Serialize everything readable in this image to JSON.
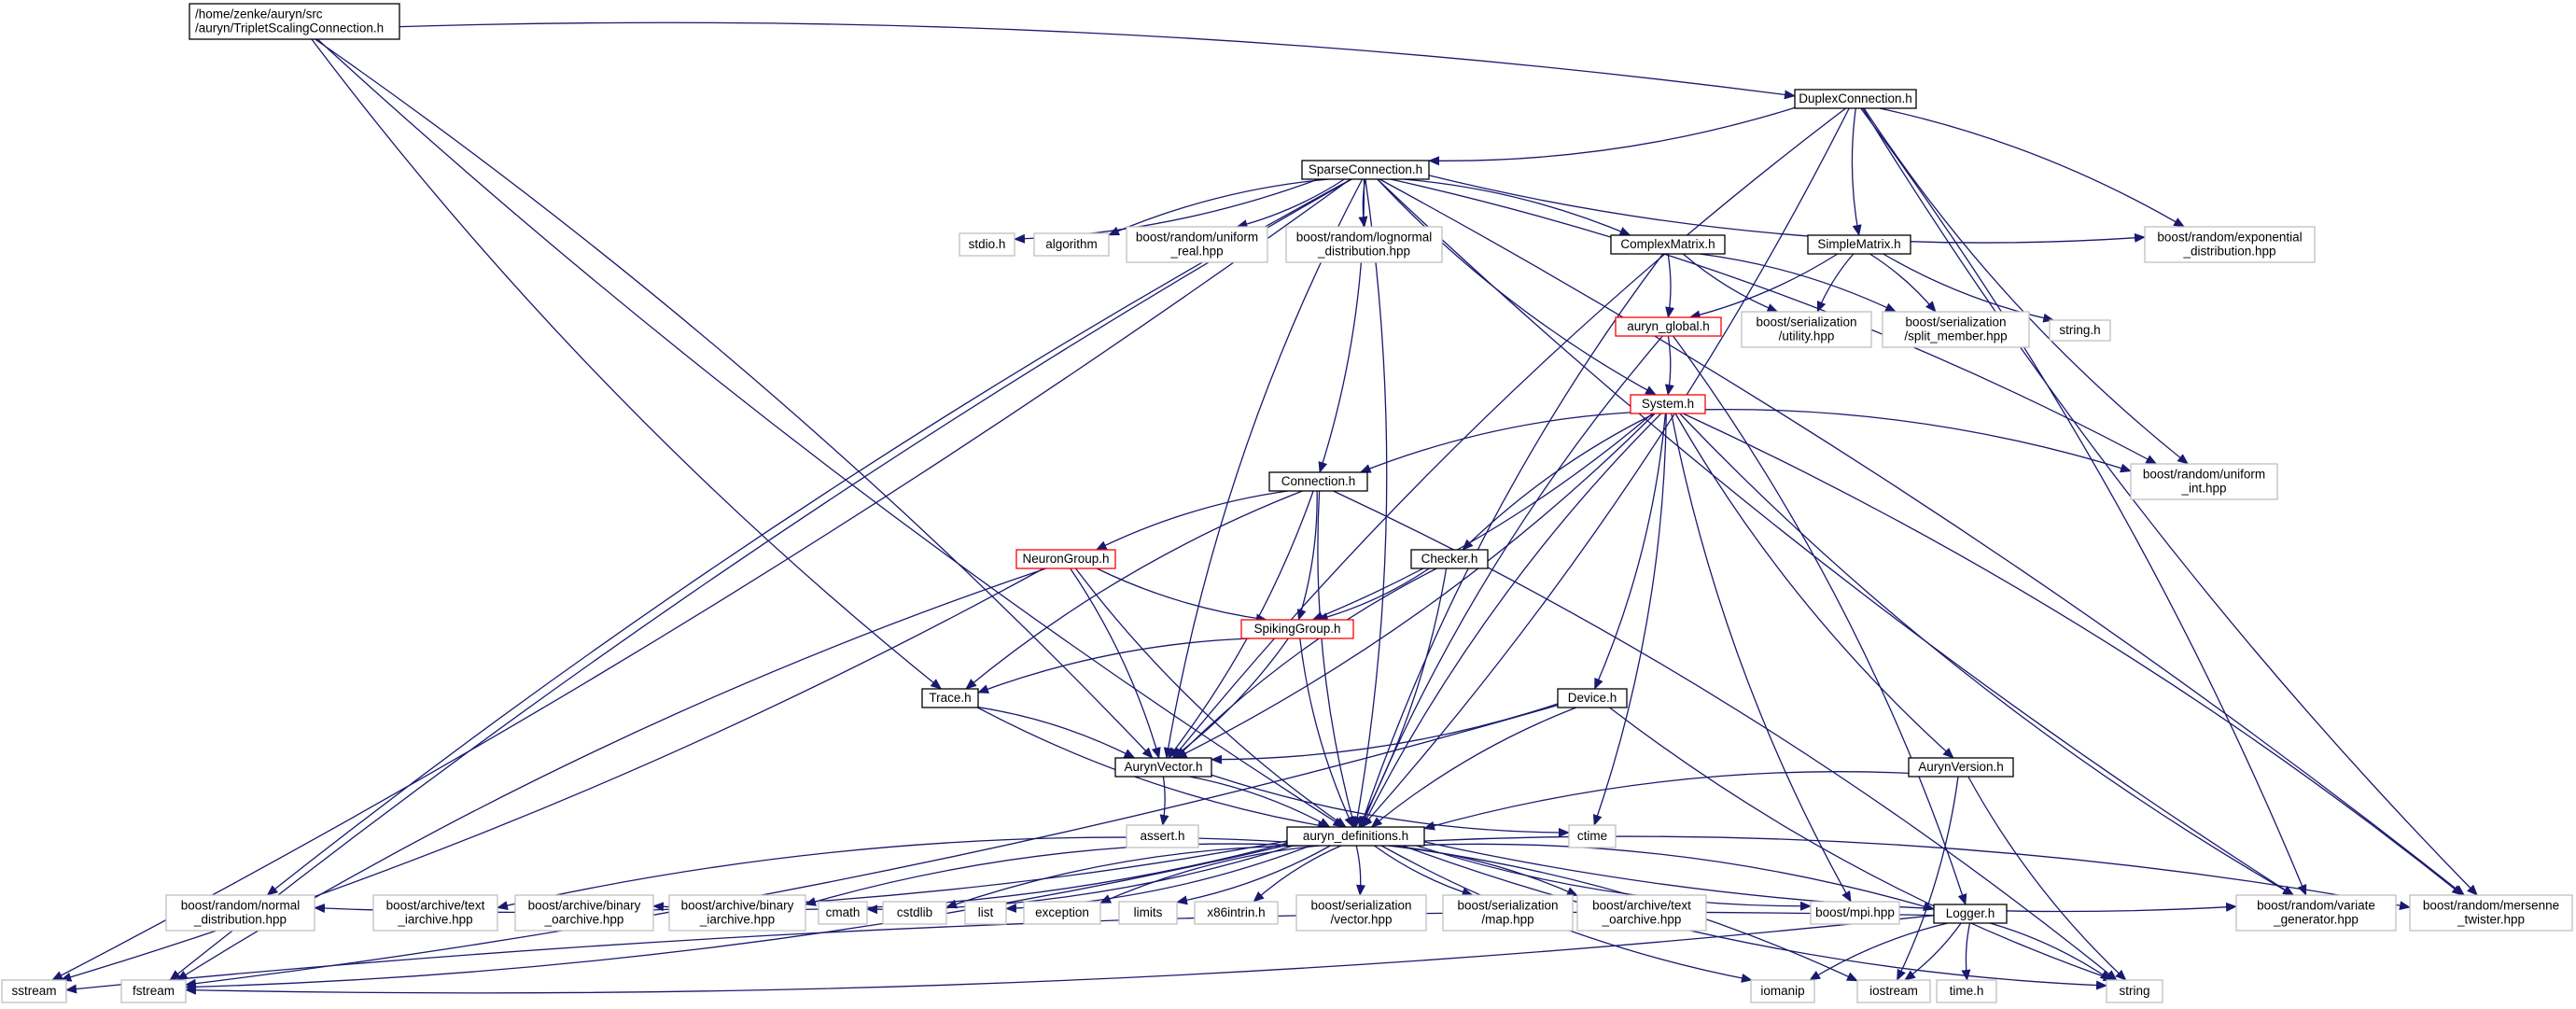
{
  "colors": {
    "edge": "#191970",
    "border_documented": "#000000",
    "border_undocumented": "#bfbfbf",
    "border_truncated": "#ff0000",
    "root_fill": "#bfbfbf"
  },
  "nodes": [
    {
      "id": "root",
      "lines": [
        "/home/zenke/auryn/src",
        "/auryn/TripletScalingConnection.h"
      ],
      "kind": "root"
    },
    {
      "id": "duplex",
      "lines": [
        "DuplexConnection.h"
      ],
      "kind": "documented"
    },
    {
      "id": "sparse",
      "lines": [
        "SparseConnection.h"
      ],
      "kind": "documented"
    },
    {
      "id": "stdio",
      "lines": [
        "stdio.h"
      ],
      "kind": "system"
    },
    {
      "id": "algorithm",
      "lines": [
        "algorithm"
      ],
      "kind": "system"
    },
    {
      "id": "uniform_real",
      "lines": [
        "boost/random/uniform",
        "_real.hpp"
      ],
      "kind": "system"
    },
    {
      "id": "lognormal",
      "lines": [
        "boost/random/lognormal",
        "_distribution.hpp"
      ],
      "kind": "system"
    },
    {
      "id": "complexmatrix",
      "lines": [
        "ComplexMatrix.h"
      ],
      "kind": "documented"
    },
    {
      "id": "simplematrix",
      "lines": [
        "SimpleMatrix.h"
      ],
      "kind": "documented"
    },
    {
      "id": "exponential",
      "lines": [
        "boost/random/exponential",
        "_distribution.hpp"
      ],
      "kind": "system"
    },
    {
      "id": "auryn_global",
      "lines": [
        "auryn_global.h"
      ],
      "kind": "truncated"
    },
    {
      "id": "ser_utility",
      "lines": [
        "boost/serialization",
        "/utility.hpp"
      ],
      "kind": "system"
    },
    {
      "id": "split_member",
      "lines": [
        "boost/serialization",
        "/split_member.hpp"
      ],
      "kind": "system"
    },
    {
      "id": "string_h",
      "lines": [
        "string.h"
      ],
      "kind": "system"
    },
    {
      "id": "system",
      "lines": [
        "System.h"
      ],
      "kind": "truncated"
    },
    {
      "id": "uniform_int",
      "lines": [
        "boost/random/uniform",
        "_int.hpp"
      ],
      "kind": "system"
    },
    {
      "id": "connection",
      "lines": [
        "Connection.h"
      ],
      "kind": "documented"
    },
    {
      "id": "neurongroup",
      "lines": [
        "NeuronGroup.h"
      ],
      "kind": "truncated"
    },
    {
      "id": "checker",
      "lines": [
        "Checker.h"
      ],
      "kind": "documented"
    },
    {
      "id": "spikinggroup",
      "lines": [
        "SpikingGroup.h"
      ],
      "kind": "truncated"
    },
    {
      "id": "trace",
      "lines": [
        "Trace.h"
      ],
      "kind": "documented"
    },
    {
      "id": "device",
      "lines": [
        "Device.h"
      ],
      "kind": "documented"
    },
    {
      "id": "aurynvector",
      "lines": [
        "AurynVector.h"
      ],
      "kind": "documented"
    },
    {
      "id": "aurynversion",
      "lines": [
        "AurynVersion.h"
      ],
      "kind": "documented"
    },
    {
      "id": "assert",
      "lines": [
        "assert.h"
      ],
      "kind": "system"
    },
    {
      "id": "ctime",
      "lines": [
        "ctime"
      ],
      "kind": "system"
    },
    {
      "id": "defs",
      "lines": [
        "auryn_definitions.h"
      ],
      "kind": "documented"
    },
    {
      "id": "normal",
      "lines": [
        "boost/random/normal",
        "_distribution.hpp"
      ],
      "kind": "system"
    },
    {
      "id": "text_iarchive",
      "lines": [
        "boost/archive/text",
        "_iarchive.hpp"
      ],
      "kind": "system"
    },
    {
      "id": "binary_oarchive",
      "lines": [
        "boost/archive/binary",
        "_oarchive.hpp"
      ],
      "kind": "system"
    },
    {
      "id": "binary_iarchive",
      "lines": [
        "boost/archive/binary",
        "_iarchive.hpp"
      ],
      "kind": "system"
    },
    {
      "id": "cmath",
      "lines": [
        "cmath"
      ],
      "kind": "system"
    },
    {
      "id": "cstdlib",
      "lines": [
        "cstdlib"
      ],
      "kind": "system"
    },
    {
      "id": "list",
      "lines": [
        "list"
      ],
      "kind": "system"
    },
    {
      "id": "exception",
      "lines": [
        "exception"
      ],
      "kind": "system"
    },
    {
      "id": "limits",
      "lines": [
        "limits"
      ],
      "kind": "system"
    },
    {
      "id": "x86intrin",
      "lines": [
        "x86intrin.h"
      ],
      "kind": "system"
    },
    {
      "id": "ser_vector",
      "lines": [
        "boost/serialization",
        "/vector.hpp"
      ],
      "kind": "system"
    },
    {
      "id": "ser_map",
      "lines": [
        "boost/serialization",
        "/map.hpp"
      ],
      "kind": "system"
    },
    {
      "id": "text_oarchive",
      "lines": [
        "boost/archive/text",
        "_oarchive.hpp"
      ],
      "kind": "system"
    },
    {
      "id": "mpi",
      "lines": [
        "boost/mpi.hpp"
      ],
      "kind": "system"
    },
    {
      "id": "logger",
      "lines": [
        "Logger.h"
      ],
      "kind": "documented"
    },
    {
      "id": "variate",
      "lines": [
        "boost/random/variate",
        "_generator.hpp"
      ],
      "kind": "system"
    },
    {
      "id": "mersenne",
      "lines": [
        "boost/random/mersenne",
        "_twister.hpp"
      ],
      "kind": "system"
    },
    {
      "id": "sstream",
      "lines": [
        "sstream"
      ],
      "kind": "system"
    },
    {
      "id": "fstream",
      "lines": [
        "fstream"
      ],
      "kind": "system"
    },
    {
      "id": "iomanip",
      "lines": [
        "iomanip"
      ],
      "kind": "system"
    },
    {
      "id": "iostream",
      "lines": [
        "iostream"
      ],
      "kind": "system"
    },
    {
      "id": "time",
      "lines": [
        "time.h"
      ],
      "kind": "system"
    },
    {
      "id": "string",
      "lines": [
        "string"
      ],
      "kind": "system"
    }
  ],
  "edges": [
    [
      "root",
      "duplex"
    ],
    [
      "root",
      "defs"
    ],
    [
      "root",
      "aurynvector"
    ],
    [
      "root",
      "trace"
    ],
    [
      "duplex",
      "sparse"
    ],
    [
      "duplex",
      "simplematrix"
    ],
    [
      "duplex",
      "exponential"
    ],
    [
      "duplex",
      "uniform_int"
    ],
    [
      "duplex",
      "variate"
    ],
    [
      "duplex",
      "mersenne"
    ],
    [
      "duplex",
      "defs"
    ],
    [
      "duplex",
      "aurynvector"
    ],
    [
      "sparse",
      "stdio"
    ],
    [
      "sparse",
      "algorithm"
    ],
    [
      "sparse",
      "uniform_real"
    ],
    [
      "sparse",
      "lognormal"
    ],
    [
      "sparse",
      "complexmatrix"
    ],
    [
      "sparse",
      "system"
    ],
    [
      "sparse",
      "connection"
    ],
    [
      "sparse",
      "aurynvector"
    ],
    [
      "sparse",
      "defs"
    ],
    [
      "sparse",
      "exponential"
    ],
    [
      "sparse",
      "uniform_int"
    ],
    [
      "sparse",
      "variate"
    ],
    [
      "sparse",
      "mersenne"
    ],
    [
      "sparse",
      "normal"
    ],
    [
      "sparse",
      "sstream"
    ],
    [
      "sparse",
      "fstream"
    ],
    [
      "complexmatrix",
      "auryn_global"
    ],
    [
      "complexmatrix",
      "ser_utility"
    ],
    [
      "complexmatrix",
      "split_member"
    ],
    [
      "complexmatrix",
      "defs"
    ],
    [
      "simplematrix",
      "auryn_global"
    ],
    [
      "simplematrix",
      "ser_utility"
    ],
    [
      "simplematrix",
      "split_member"
    ],
    [
      "simplematrix",
      "string_h"
    ],
    [
      "auryn_global",
      "system"
    ],
    [
      "auryn_global",
      "defs"
    ],
    [
      "auryn_global",
      "logger"
    ],
    [
      "system",
      "connection"
    ],
    [
      "system",
      "spikinggroup"
    ],
    [
      "system",
      "checker"
    ],
    [
      "system",
      "device"
    ],
    [
      "system",
      "aurynversion"
    ],
    [
      "system",
      "aurynvector"
    ],
    [
      "system",
      "defs"
    ],
    [
      "system",
      "uniform_int"
    ],
    [
      "system",
      "mpi"
    ],
    [
      "system",
      "ctime"
    ],
    [
      "system",
      "variate"
    ],
    [
      "system",
      "mersenne"
    ],
    [
      "connection",
      "neurongroup"
    ],
    [
      "connection",
      "spikinggroup"
    ],
    [
      "connection",
      "trace"
    ],
    [
      "connection",
      "aurynvector"
    ],
    [
      "connection",
      "defs"
    ],
    [
      "connection",
      "string"
    ],
    [
      "neurongroup",
      "spikinggroup"
    ],
    [
      "neurongroup",
      "aurynvector"
    ],
    [
      "neurongroup",
      "defs"
    ],
    [
      "neurongroup",
      "sstream"
    ],
    [
      "neurongroup",
      "fstream"
    ],
    [
      "checker",
      "spikinggroup"
    ],
    [
      "checker",
      "aurynvector"
    ],
    [
      "checker",
      "defs"
    ],
    [
      "spikinggroup",
      "trace"
    ],
    [
      "spikinggroup",
      "aurynvector"
    ],
    [
      "spikinggroup",
      "defs"
    ],
    [
      "trace",
      "aurynvector"
    ],
    [
      "trace",
      "defs"
    ],
    [
      "device",
      "aurynvector"
    ],
    [
      "device",
      "defs"
    ],
    [
      "device",
      "fstream"
    ],
    [
      "device",
      "string"
    ],
    [
      "aurynvector",
      "assert"
    ],
    [
      "aurynvector",
      "ctime"
    ],
    [
      "aurynvector",
      "defs"
    ],
    [
      "aurynversion",
      "defs"
    ],
    [
      "aurynversion",
      "iostream"
    ],
    [
      "aurynversion",
      "string"
    ],
    [
      "defs",
      "normal"
    ],
    [
      "defs",
      "text_iarchive"
    ],
    [
      "defs",
      "binary_oarchive"
    ],
    [
      "defs",
      "binary_iarchive"
    ],
    [
      "defs",
      "cmath"
    ],
    [
      "defs",
      "cstdlib"
    ],
    [
      "defs",
      "list"
    ],
    [
      "defs",
      "exception"
    ],
    [
      "defs",
      "limits"
    ],
    [
      "defs",
      "x86intrin"
    ],
    [
      "defs",
      "ser_vector"
    ],
    [
      "defs",
      "ser_map"
    ],
    [
      "defs",
      "text_oarchive"
    ],
    [
      "defs",
      "mpi"
    ],
    [
      "defs",
      "logger"
    ],
    [
      "defs",
      "variate"
    ],
    [
      "defs",
      "mersenne"
    ],
    [
      "defs",
      "iomanip"
    ],
    [
      "defs",
      "iostream"
    ],
    [
      "defs",
      "string"
    ],
    [
      "defs",
      "fstream"
    ],
    [
      "logger",
      "sstream"
    ],
    [
      "logger",
      "fstream"
    ],
    [
      "logger",
      "iomanip"
    ],
    [
      "logger",
      "iostream"
    ],
    [
      "logger",
      "time"
    ],
    [
      "logger",
      "string"
    ]
  ]
}
